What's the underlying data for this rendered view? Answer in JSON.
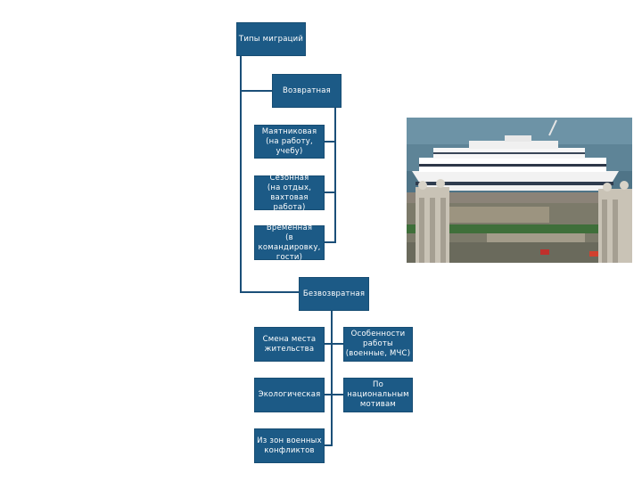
{
  "nodes": {
    "root": "Типы миграций",
    "returnable": "Возвратная",
    "pendulum": "Маятниковая\n(на работу, учебу)",
    "seasonal": "Сезонная\n(на отдых,\nвахтовая работа)",
    "temporary": "Временная\n(в командировку,\nгости)",
    "nonreturnable": "Безвозвратная",
    "residence_change": "Смена места\nжительства",
    "ecological": "Экологическая",
    "conflict_zones": "Из зон военных\nконфликтов",
    "special_work": "Особенности\nработы\n(военные, МЧС)",
    "national": "По\nнациональным\nмотивам"
  },
  "colors": {
    "node_fill": "#1c5a86",
    "connector": "#1b4f78"
  },
  "photo": {
    "icon": "river-ship-photo"
  }
}
